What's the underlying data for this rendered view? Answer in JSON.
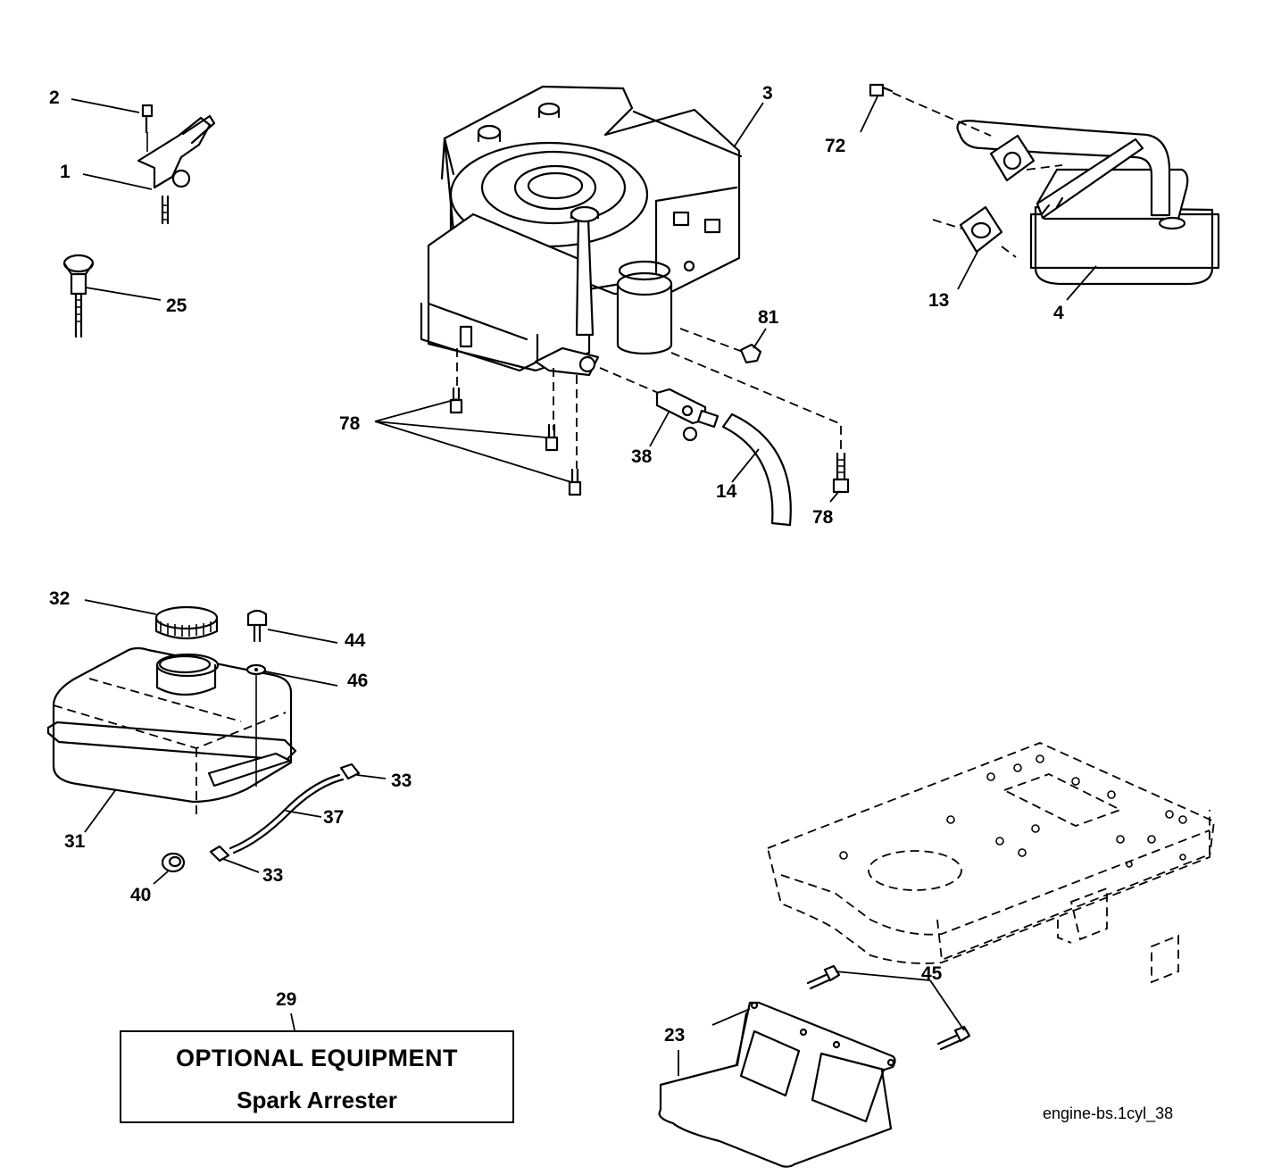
{
  "callouts": {
    "c1": "1",
    "c2": "2",
    "c3": "3",
    "c4": "4",
    "c13": "13",
    "c14": "14",
    "c23": "23",
    "c25": "25",
    "c29": "29",
    "c31": "31",
    "c32": "32",
    "c33a": "33",
    "c33b": "33",
    "c37": "37",
    "c38": "38",
    "c40": "40",
    "c44": "44",
    "c45": "45",
    "c46": "46",
    "c72": "72",
    "c78a": "78",
    "c78b": "78",
    "c81": "81"
  },
  "optional_box": {
    "title": "OPTIONAL EQUIPMENT",
    "subtitle": "Spark Arrester"
  },
  "reference_code": "engine-bs.1cyl_38"
}
